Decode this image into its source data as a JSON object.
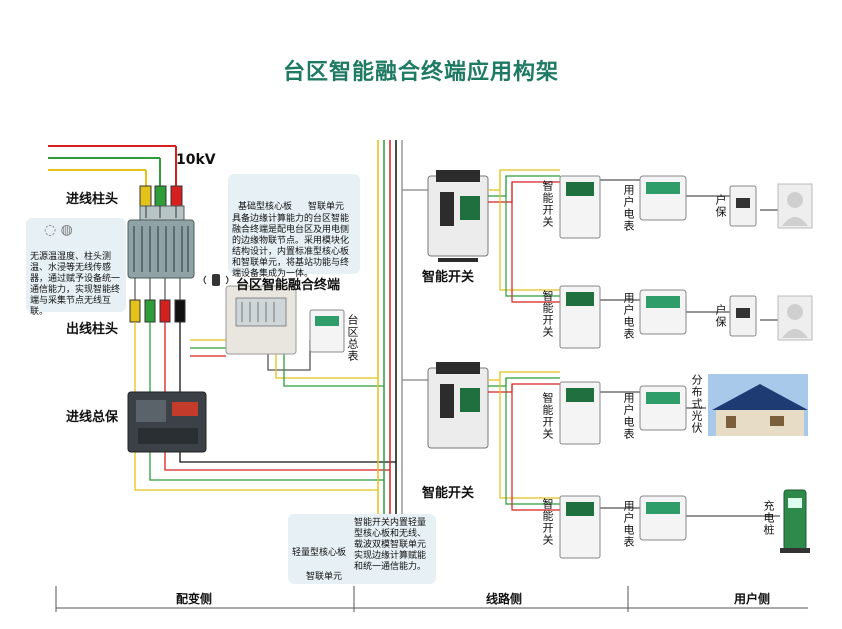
{
  "title": "台区智能融合终端应用构架",
  "voltage": "10kV",
  "labels": {
    "incoming_pole": "进线柱头",
    "outgoing_pole": "出线柱头",
    "main_breaker": "进线总保",
    "fusion_terminal": "台区智能融合终端",
    "area_meter": "台区总表",
    "smart_switch_top": "智能开关",
    "smart_switch_bottom": "智能开关"
  },
  "sensor_note": "无源温湿度、柱头测温、水浸等无线传感器，通过赋予设备统一通信能力，实现智能终端与采集节点无线互联。",
  "terminal_note": {
    "board": "基础型核心板",
    "unit": "智联单元",
    "text": "具备边缘计算能力的台区智能融合终端是配电台区及用电侧的边缘物联节点。采用模块化结构设计，内置标准型核心板和智联单元，将基站功能与终端设备集成为一体。"
  },
  "switch_note": {
    "board": "轻量型核心板",
    "unit": "智联单元",
    "text": "智能开关内置轻量型核心板和无线、载波双模智联单元实现边缘计算赋能和统一通信能力。"
  },
  "branches": [
    {
      "switch": "智能开关",
      "meter": "用户电表",
      "extra": "户保",
      "end": "user"
    },
    {
      "switch": "智能开关",
      "meter": "用户电表",
      "extra": "户保",
      "end": "user"
    },
    {
      "switch": "智能开关",
      "meter": "用户电表",
      "extra": "分布式光伏",
      "end": "pv"
    },
    {
      "switch": "智能开关",
      "meter": "用户电表",
      "extra": "充电桩",
      "end": "charger"
    }
  ],
  "footer": {
    "left": "配变侧",
    "middle": "线路侧",
    "right": "用户侧"
  },
  "colors": {
    "title": "#1f7a63",
    "phase_a": "#e3c21a",
    "phase_b": "#2e9d3a",
    "phase_c": "#d62020",
    "neutral": "#111111",
    "note_bg": "#e7f1f5"
  }
}
